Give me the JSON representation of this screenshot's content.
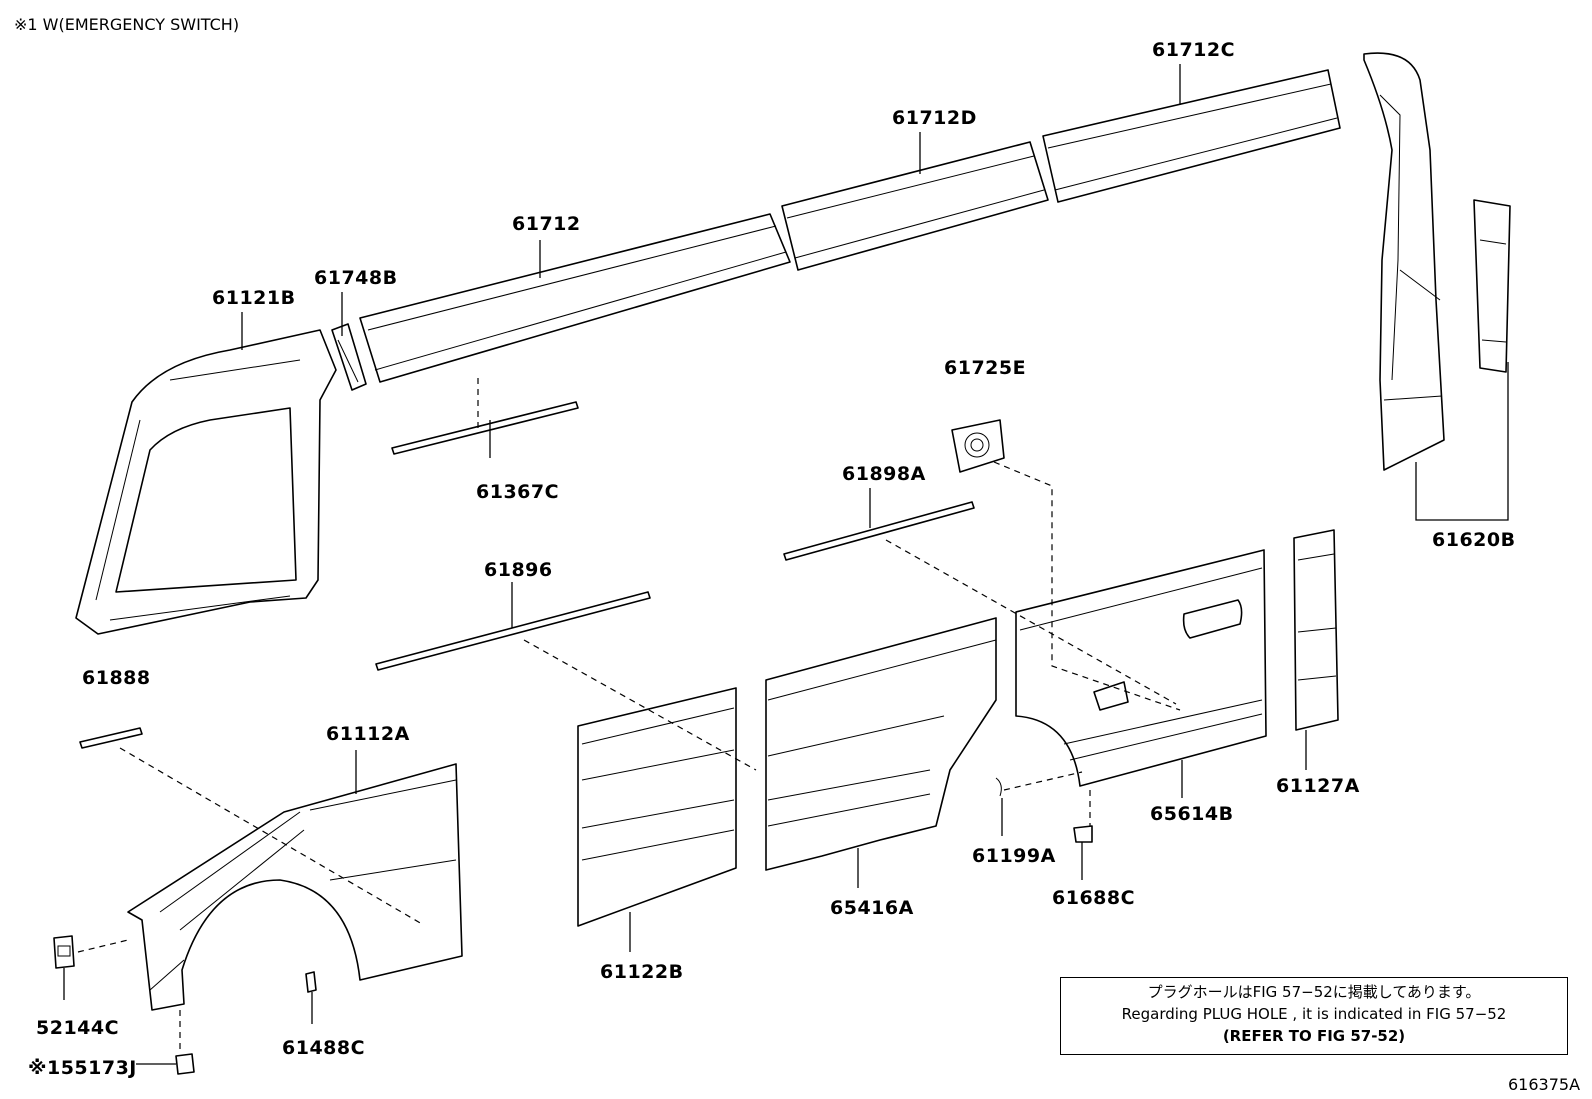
{
  "header_note": "※1 W(EMERGENCY SWITCH)",
  "figure_code": "616375A",
  "labels": {
    "p61712C": "61712C",
    "p61712D": "61712D",
    "p61712": "61712",
    "p61748B": "61748B",
    "p61121B": "61121B",
    "p61725E": "61725E",
    "p61367C": "61367C",
    "p61898A": "61898A",
    "p61620B": "61620B",
    "p61896": "61896",
    "p61888": "61888",
    "p61112A": "61112A",
    "p61127A": "61127A",
    "p65614B": "65614B",
    "p61199A": "61199A",
    "p61688C": "61688C",
    "p65416A": "65416A",
    "p61122B": "61122B",
    "p52144C": "52144C",
    "p61488C": "61488C",
    "p55173J": "※155173J"
  },
  "note": {
    "line1": "プラグホールはFIG 57−52に掲載してあります。",
    "line2": "Regarding PLUG HOLE , it is indicated in FIG 57−52",
    "line3": "(REFER TO FIG 57-52)"
  }
}
